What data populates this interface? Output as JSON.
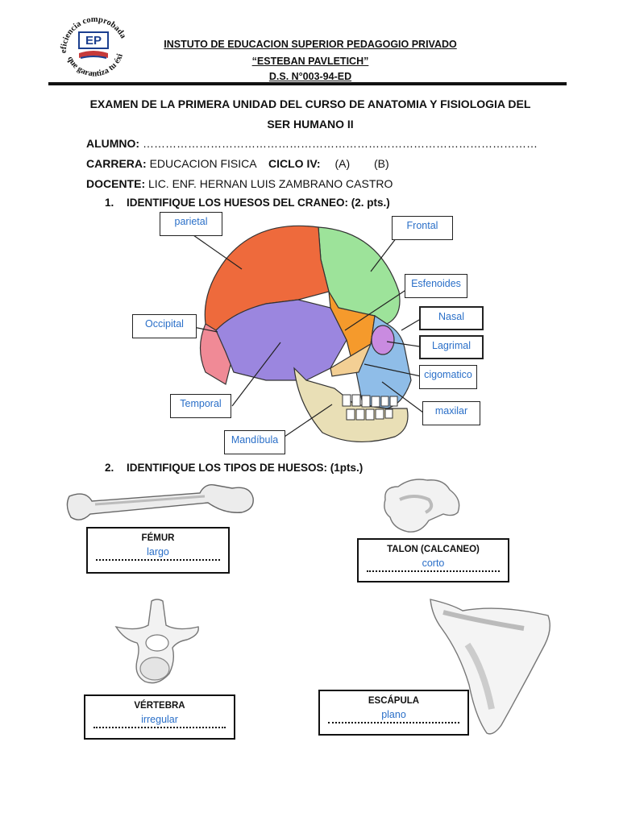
{
  "logo": {
    "ring_top": "eficiencia comprobada",
    "ring_bottom": "que garantiza tu éxito",
    "initials": "EP"
  },
  "header": {
    "line1": "INSTUTO DE EDUCACION SUPERIOR PEDAGOGIO PRIVADO",
    "line2": "“ESTEBAN PAVLETICH”",
    "line3": "D.S. N°003-94-ED"
  },
  "exam": {
    "title_line1": "EXAMEN DE LA PRIMERA UNIDAD DEL CURSO DE ANATOMIA Y FISIOLOGIA DEL",
    "title_line2": "SER HUMANO II",
    "alumno_label": "ALUMNO:",
    "alumno_dots": "……………………………………………………………………………………………",
    "carrera_label": "CARRERA:",
    "carrera_value": "EDUCACION FISICA",
    "ciclo_label": "CICLO IV:",
    "ciclo_a": "(A)",
    "ciclo_b": "(B)",
    "docente_label": "DOCENTE:",
    "docente_value": "LIC. ENF. HERNAN LUIS ZAMBRANO CASTRO"
  },
  "q1": {
    "number": "1.",
    "text": "IDENTIFIQUE LOS HUESOS DEL CRANEO: (2. pts.)",
    "labels": {
      "parietal": "parietal",
      "frontal": "Frontal",
      "esfenoides": "Esfenoides",
      "occipital": "Occipital",
      "nasal": "Nasal",
      "lagrimal": "Lagrimal",
      "cigomatico": "cigomatico",
      "temporal": "Temporal",
      "maxilar": "maxilar",
      "mandibula": "Mandíbula"
    }
  },
  "q2": {
    "number": "2.",
    "text": "IDENTIFIQUE LOS TIPOS DE HUESOS: (1pts.)",
    "cards": {
      "femur": {
        "name": "FÉMUR",
        "answer": "largo"
      },
      "talon": {
        "name": "TALON (CALCANEO)",
        "answer": "corto"
      },
      "vertebra": {
        "name": "VÉRTEBRA",
        "answer": "irregular"
      },
      "escapula": {
        "name": "ESCÁPULA",
        "answer": "plano"
      }
    }
  },
  "colors": {
    "answer_blue": "#2a6fc8",
    "parietal": "#ee6a3c",
    "frontal": "#9de39a",
    "occipital": "#f08a96",
    "temporal": "#9b86df",
    "esfenoides": "#f59a2c",
    "cigomatico": "#f3cf94",
    "maxilar": "#8fbde8",
    "mandibula": "#e9dfb6",
    "lagrimal": "#c98be0"
  }
}
